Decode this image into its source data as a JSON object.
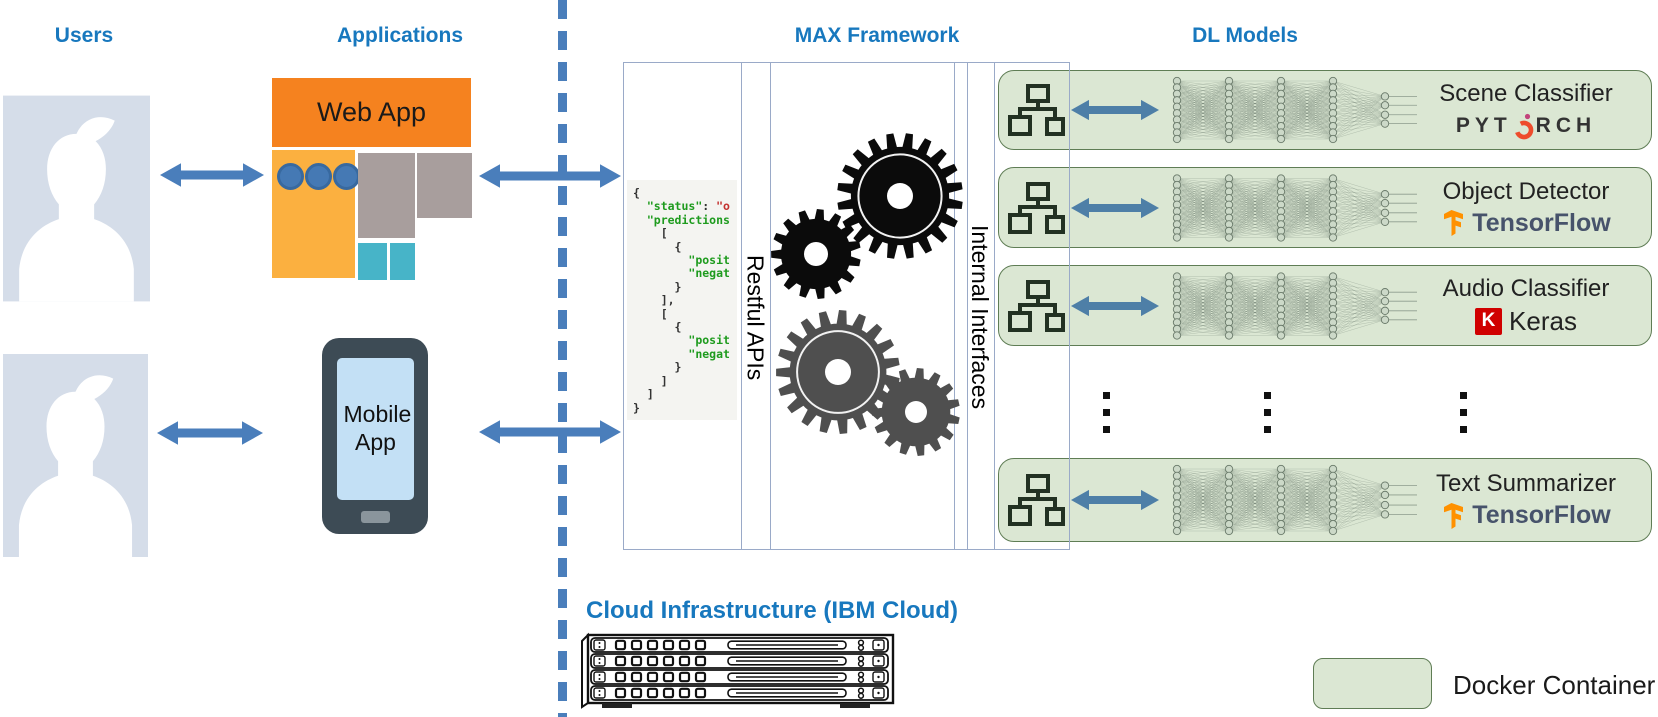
{
  "headers": {
    "users": "Users",
    "applications": "Applications",
    "framework": "MAX Framework",
    "dl_models": "DL Models"
  },
  "applications": {
    "web_app_label": "Web App",
    "mobile_app_label": "Mobile App"
  },
  "framework": {
    "restful_apis_label": "Restful APIs",
    "internal_interfaces_label": "Internal Interfaces",
    "code_lines": [
      {
        "parts": [
          {
            "t": "{",
            "c": "d"
          }
        ]
      },
      {
        "parts": [
          {
            "t": "  ",
            "c": "d"
          },
          {
            "t": "\"status\"",
            "c": "g"
          },
          {
            "t": ": ",
            "c": "d"
          },
          {
            "t": "\"o",
            "c": "r"
          }
        ]
      },
      {
        "parts": [
          {
            "t": "  ",
            "c": "d"
          },
          {
            "t": "\"predictions",
            "c": "g"
          }
        ]
      },
      {
        "parts": [
          {
            "t": "    [",
            "c": "d"
          }
        ]
      },
      {
        "parts": [
          {
            "t": "      {",
            "c": "d"
          }
        ]
      },
      {
        "parts": [
          {
            "t": "        ",
            "c": "d"
          },
          {
            "t": "\"posit",
            "c": "g"
          }
        ]
      },
      {
        "parts": [
          {
            "t": "        ",
            "c": "d"
          },
          {
            "t": "\"negat",
            "c": "g"
          }
        ]
      },
      {
        "parts": [
          {
            "t": "      }",
            "c": "d"
          }
        ]
      },
      {
        "parts": [
          {
            "t": "    ],",
            "c": "d"
          }
        ]
      },
      {
        "parts": [
          {
            "t": "    [",
            "c": "d"
          }
        ]
      },
      {
        "parts": [
          {
            "t": "      {",
            "c": "d"
          }
        ]
      },
      {
        "parts": [
          {
            "t": "        ",
            "c": "d"
          },
          {
            "t": "\"posit",
            "c": "g"
          }
        ]
      },
      {
        "parts": [
          {
            "t": "        ",
            "c": "d"
          },
          {
            "t": "\"negat",
            "c": "g"
          }
        ]
      },
      {
        "parts": [
          {
            "t": "      }",
            "c": "d"
          }
        ]
      },
      {
        "parts": [
          {
            "t": "    ]",
            "c": "d"
          }
        ]
      },
      {
        "parts": [
          {
            "t": "  ]",
            "c": "d"
          }
        ]
      },
      {
        "parts": [
          {
            "t": "}",
            "c": "d"
          }
        ]
      }
    ]
  },
  "models": [
    {
      "name": "Scene Classifier",
      "framework": "pytorch"
    },
    {
      "name": "Object Detector",
      "framework": "tensorflow"
    },
    {
      "name": "Audio Classifier",
      "framework": "keras"
    },
    {
      "name": "Text Summarizer",
      "framework": "tensorflow"
    }
  ],
  "logos": {
    "pytorch": {
      "left": "PYT",
      "right": "RCH"
    },
    "tensorflow": {
      "label": "TensorFlow"
    },
    "keras": {
      "letter": "K",
      "label": "Keras"
    }
  },
  "cloud": {
    "title": "Cloud Infrastructure (IBM Cloud)"
  },
  "legend": {
    "docker_label": "Docker Container"
  },
  "icons": {
    "user_avatar": "user-silhouette-icon",
    "gears": "gears-icon",
    "sitemap": "sitemap-network-icon",
    "neural_net": "neural-network-icon",
    "server_rack": "server-rack-icon",
    "arrow": "double-arrow-icon"
  },
  "palette": {
    "title_blue": "#1878be",
    "arrow_blue": "#4a7ebb",
    "row_arrow_blue": "#4e7fa7",
    "container_green_fill": "#dbe7d3",
    "container_green_border": "#5f7d55",
    "webapp_orange": "#f5821f",
    "webapp_yellow": "#fbb040",
    "webapp_gray": "#a89e9d",
    "webapp_teal": "#47b4c8",
    "phone_body": "#3d4b55",
    "phone_screen": "#c3e0f5",
    "code_green": "#1e9b1e",
    "code_red": "#c3312f",
    "pytorch_orange": "#ee4c2c",
    "tensorflow_orange": "#ff9100",
    "keras_red": "#d00000"
  }
}
